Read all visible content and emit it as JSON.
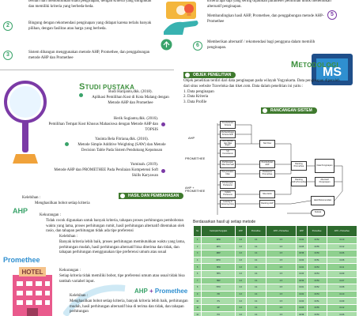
{
  "intro_left": [
    {
      "n": "",
      "text": "berhari hari membutuhkan suatu penginapan, dengan kriteria yang diinginkan dan memiliki kriteria yang berbeda-beda."
    },
    {
      "n": "2",
      "text": "Bingung dengan rekomendasi penginapan yang didapat karena terlalu banyak pilihan, dengan fasilitas atau harga yang berbeda."
    },
    {
      "n": "3",
      "text": "Sistem dibangun menggunakan metode AHP, Promethee, dan penggabungan metode AHP dan Promethee"
    }
  ],
  "intro_right": [
    {
      "n": "",
      "text": "kriteria apa saja yang sering dijadikan parameter pemilihan untuk menentukan alternatif penginapan."
    },
    {
      "n": "5",
      "text": "Membandingkan hasil AHP, Promethee, dan penggabungan metode AHP-Promethee"
    },
    {
      "n": "6",
      "text": "Memberikan alternatif / rekomendasi bagi pengguna dalam memilih penginapan."
    }
  ],
  "studi_pustaka": {
    "title_first": "S",
    "title_rest": "TUDI PUSTAKA",
    "refs": [
      {
        "author": "Budi Harijanto,dkk. (2018).",
        "title": "Aplikasi Pemilihan Kost di Kota Malang dengan Metode AHP dan Promethee"
      },
      {
        "author": "Herik Sugianto,dkk. (2016).",
        "title": "Pemilihan Tempat Kost Khusus Mahasiswa dengan Metode AHP dan TOPSIS"
      },
      {
        "author": "Yasinta Bela Fitriana,dkk. (2016).",
        "title": "Metode Simple Additive Weighting (SAW) dan Metode Decision Table Pada Sistem Pendukung Keputusan"
      },
      {
        "author": "Yuminah. (2019).",
        "title": "Metode AHP dan PROMETHEE Pada Penilaian Kompetensi Soft Skills Karyawan"
      }
    ]
  },
  "metodologi": {
    "title_first": "M",
    "title_rest": "ETODOLOGI",
    "objek_band": "OBJEK PENELITIAN",
    "objek_text": "Objek penelitian terdiri dari data penginapan pada wilayah Yogyakarta. Data penginapan diperoleh dari situs website Traveloka dan tiket.com. Data dalam penelitian ini yaitu :",
    "objek_items": [
      "1. Data penginapan",
      "2. Data Kriteria",
      "3. Data Profile"
    ],
    "rancangan_band": "RANCANGAN SISTEM",
    "logo_text": "MS"
  },
  "flowchart": {
    "lane_labels": [
      "AHP",
      "PROMETHEE",
      "AHP + PROMETHEE"
    ],
    "boxes": [
      "Pembobotan Kriteria",
      "Perbandingan Kriteria AHP",
      "Normalisasi dan Nilai Eigen",
      "Uji Konsistensi",
      "Perhitungan Nilai Alternatif",
      "Penyesuaian Nilai",
      "Perhitungan Preferensi",
      "Indeks Preferensi",
      "Leaving & Entering Flow",
      "Net Flow",
      "Pembobotan AHP",
      "Preferensi Promethee",
      "Nilai Akhir",
      "Ranking AHP",
      "Ranking Promethee",
      "Ranking AHP+Promethee",
      "Data Penginapan",
      "Alternatif Penginapan",
      "Hasil Rekomendasi",
      "Selesai"
    ]
  },
  "hasil": {
    "band": "HASIL DAN PEMBAHASAN",
    "table_title": "Berdasarkan hasil uji setiap metode",
    "columns": [
      "No",
      "Kelompok Pengujian",
      "AHP",
      "Promethee",
      "AHP + Promethee",
      "AHP",
      "Promethee",
      "AHP + Promethee"
    ],
    "rows": [
      [
        "1",
        "RPR",
        "0.3",
        "0.4",
        "0.5",
        "01:02",
        "00:52",
        "01:10"
      ],
      [
        "2",
        "RPS",
        "0.3",
        "0.4",
        "0.5",
        "01:05",
        "00:55",
        "01:12"
      ],
      [
        "3",
        "RRP",
        "0.3",
        "0.4",
        "0.5",
        "00:58",
        "00:50",
        "01:06"
      ],
      [
        "4",
        "RPO",
        "0.3",
        "0.4",
        "0.5",
        "01:00",
        "00:51",
        "01:08"
      ],
      [
        "5",
        "HPR",
        "0.3",
        "0.4",
        "0.5",
        "01:04",
        "00:53",
        "01:11"
      ],
      [
        "6",
        "HPS",
        "0.3",
        "0.4",
        "0.5",
        "01:03",
        "00:54",
        "01:09"
      ],
      [
        "7",
        "HRP",
        "0.3",
        "0.4",
        "0.5",
        "00:59",
        "00:50",
        "01:07"
      ],
      [
        "8",
        "HPO",
        "0.3",
        "0.4",
        "0.5",
        "01:01",
        "00:52",
        "01:08"
      ],
      [
        "9",
        "PR",
        "0.3",
        "0.4",
        "0.5",
        "01:02",
        "00:53",
        "01:10"
      ],
      [
        "10",
        "PS",
        "0.3",
        "0.4",
        "0.5",
        "01:00",
        "00:51",
        "01:09"
      ],
      [
        "11",
        "RP",
        "0.3",
        "0.4",
        "0.5",
        "01:05",
        "00:55",
        "01:12"
      ],
      [
        "12",
        "PO",
        "0.3",
        "0.4",
        "0.5",
        "00:58",
        "00:50",
        "01:06"
      ],
      [
        "13",
        "AR",
        "0.3",
        "0.4",
        "0.5",
        "01:03",
        "00:54",
        "01:10"
      ],
      [
        "14",
        "AS",
        "0.3",
        "0.4",
        "0.5",
        "01:04",
        "00:53",
        "01:11"
      ]
    ]
  },
  "ahp": {
    "label": "AHP",
    "kelebihan_title": "Kelebihan :",
    "kelebihan": "Menghasilkan bobot setiap kriteria",
    "kekurangan_title": "Kekurangan :",
    "kekurangan": "Tidak cocok digunakan untuk banyak kriteria, tahapan proses perhitungan pembobotan waktu yang lama, proses perhitungan rumit, hasil perhitungan alternatif ditentukan oleh rasio, dan tahapan perhitungan tidak ada tipe preferensi"
  },
  "promethee": {
    "label": "Promethee",
    "kelebihan_title": "Kelebihan :",
    "kelebihan": "Banyak kriteria lebih baik, proses perhitungan membutuhkan waktu yang lama, perhitungan mudah, hasil perhitungan alternatif bisa diterima dan tidak, dan tahapan perhitungan menggunakan tipe preferensi umum atau usual",
    "kekurangan_title": "Kekurangan :",
    "kekurangan": "Setiap kriteria tidak memiliki bobot, tipe preferensi umum atau usual tidak bisa tambah variabel input."
  },
  "ahp_promethee": {
    "label_a": "AHP",
    "label_plus": "+",
    "label_b": "Promethee",
    "kelebihan_title": "Kelebihan :",
    "kelebihan": "Menghasilkan bobot setiap kriteria, banyak kriteria lebih baik, perhitungan mudah, hasil perhitungan alternatif bisa di terima dan tidak, dan tahapan perhitungan"
  },
  "hotel_sign": "HOTEL",
  "colors": {
    "green": "#3aa36a",
    "dark_green": "#3f7a2e",
    "purple": "#7b3aa6",
    "blue": "#2f8fd0",
    "orange": "#f0a23a"
  }
}
